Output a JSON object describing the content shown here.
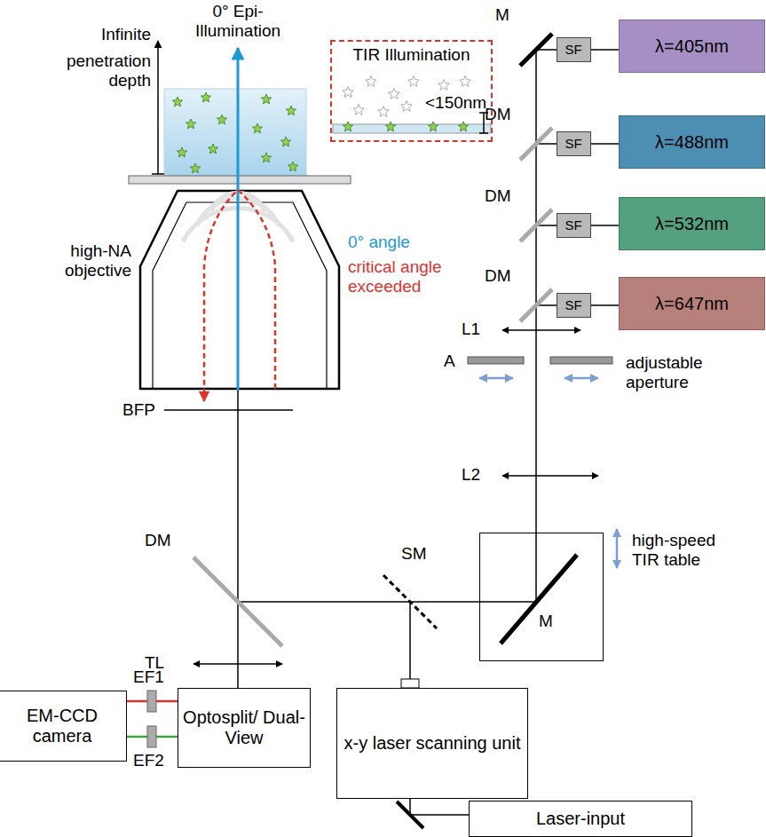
{
  "diagram": {
    "nodes": [
      {
        "text": [
          "λ=405nm"
        ]
      },
      {
        "text": [
          "SF"
        ]
      },
      {
        "text": [
          "λ=488nm"
        ]
      },
      {
        "text": [
          "SF"
        ]
      },
      {
        "text": [
          "λ=532nm"
        ]
      },
      {
        "text": [
          "SF"
        ]
      },
      {
        "text": [
          "λ=647nm"
        ]
      },
      {
        "text": [
          "SF"
        ]
      },
      {
        "text": [
          "TIR Illumination",
          "<150nm"
        ]
      },
      {
        "text": [
          "M"
        ]
      },
      {
        "text": [
          "x-y laser scanning unit"
        ]
      },
      {
        "text": [
          "Laser-input"
        ]
      },
      {
        "text": [
          "Optosplit/ Dual-View"
        ]
      },
      {
        "text": [
          "EM-CCD camera"
        ]
      }
    ],
    "edges": [
      {
        "from": 1,
        "to": 0,
        "arrow": "none"
      },
      {
        "from": 3,
        "to": 2,
        "arrow": "none"
      },
      {
        "from": 5,
        "to": 4,
        "arrow": "none"
      },
      {
        "from": 7,
        "to": 6,
        "arrow": "none"
      },
      {
        "from": 11,
        "to": 10,
        "arrow": "none"
      },
      {
        "from": 12,
        "to": 13,
        "arrow": "none"
      },
      {
        "from": 12,
        "to": 13,
        "arrow": "none"
      }
    ],
    "labels": [
      "0° Epi-Illumination",
      "Infinite",
      "penetration depth",
      "high-NA objective",
      "0° angle",
      "critical angle exceeded",
      "BFP",
      "M",
      "DM",
      "DM",
      "DM",
      "L1",
      "A",
      "adjustable aperture",
      "L2",
      "high-speed TIR table",
      "DM",
      "SM",
      "TL",
      "EF1",
      "EF2"
    ]
  }
}
